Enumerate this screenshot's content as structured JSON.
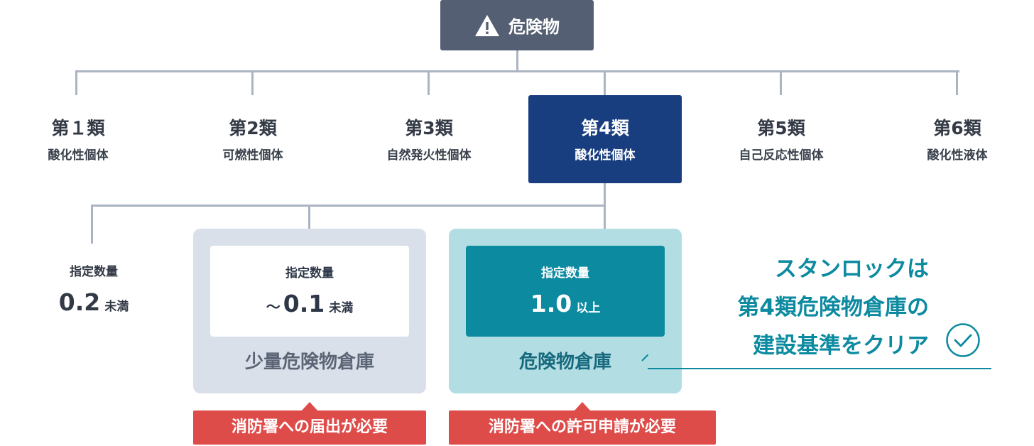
{
  "root": {
    "label": "危険物",
    "icon": "warning-icon"
  },
  "categories": [
    {
      "title": "第１類",
      "subtitle": "酸化性個体"
    },
    {
      "title": "第2類",
      "subtitle": "可燃性個体"
    },
    {
      "title": "第3類",
      "subtitle": "自然発火性個体"
    },
    {
      "title": "第4類",
      "subtitle": "酸化性個体"
    },
    {
      "title": "第5類",
      "subtitle": "自己反応性個体"
    },
    {
      "title": "第6類",
      "subtitle": "酸化性液体"
    }
  ],
  "quantities": {
    "none": {
      "label": "指定数量",
      "value": "0.2",
      "unit": "未満"
    },
    "small": {
      "label": "指定数量",
      "prefix": "～",
      "value": "0.1",
      "unit": "未満",
      "name": "少量危険物倉庫"
    },
    "large": {
      "label": "指定数量",
      "value": "1.0",
      "unit": "以上",
      "name": "危険物倉庫"
    }
  },
  "badges": {
    "small": "消防署への届出が必要",
    "large": "消防署への許可申請が必要"
  },
  "promo": {
    "line1": "スタンロックは",
    "line2": "第4類危険物倉庫の",
    "line3": "建設基準をクリア",
    "icon": "check-circle-icon"
  },
  "colors": {
    "root_bg": "#555f73",
    "highlight_bg": "#193e80",
    "teal": "#0c8aa0",
    "badge_red": "#de4c4a",
    "connector": "#aab4c2"
  }
}
